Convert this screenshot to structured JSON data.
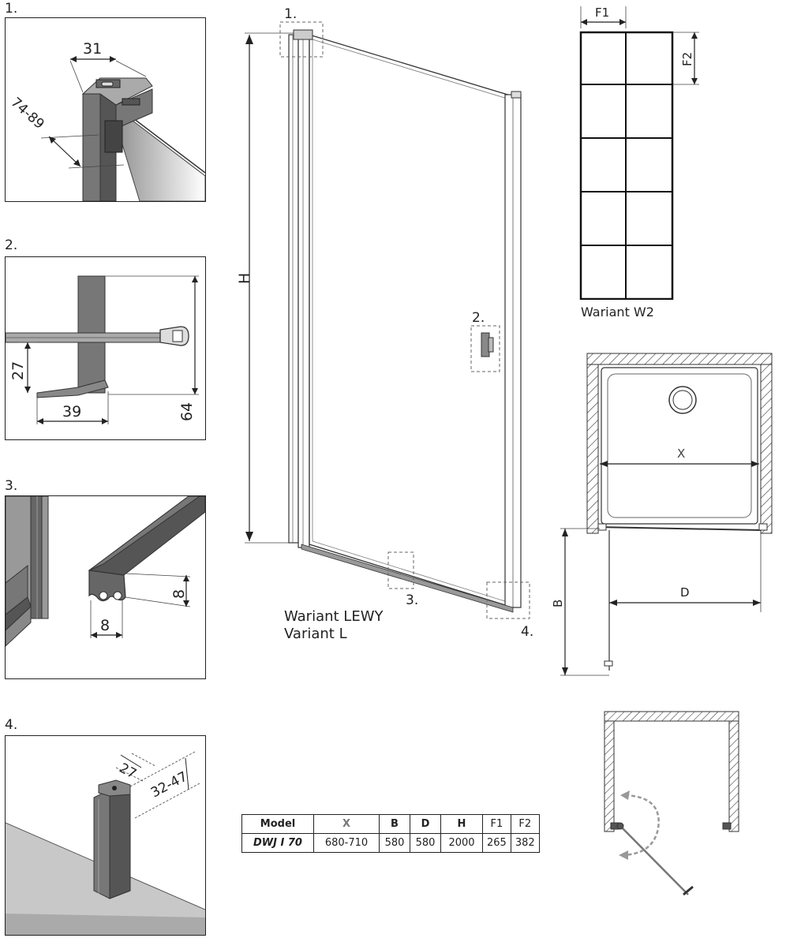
{
  "details": {
    "d1": {
      "label": "1.",
      "dim_width": "31",
      "dim_range": "74-89"
    },
    "d2": {
      "label": "2.",
      "dim_height": "27",
      "dim_width": "39",
      "dim_total": "64"
    },
    "d3": {
      "label": "3.",
      "dim_height": "8",
      "dim_width": "8"
    },
    "d4": {
      "label": "4.",
      "dim_depth": "27",
      "dim_range": "32-47"
    }
  },
  "main_view": {
    "height_label": "H",
    "callouts": [
      "1.",
      "2.",
      "3.",
      "4."
    ],
    "variant_line1": "Wariant LEWY",
    "variant_line2": "Variant L"
  },
  "panel_pattern": {
    "f1_label": "F1",
    "f2_label": "F2",
    "caption": "Wariant W2"
  },
  "plan_view": {
    "x_label": "X",
    "b_label": "B",
    "d_label": "D"
  },
  "spec_table": {
    "headers": [
      "Model",
      "X",
      "B",
      "D",
      "H",
      "F1",
      "F2"
    ],
    "rows": [
      [
        "DWJ I 70",
        "680-710",
        "580",
        "580",
        "2000",
        "265",
        "382"
      ]
    ]
  }
}
